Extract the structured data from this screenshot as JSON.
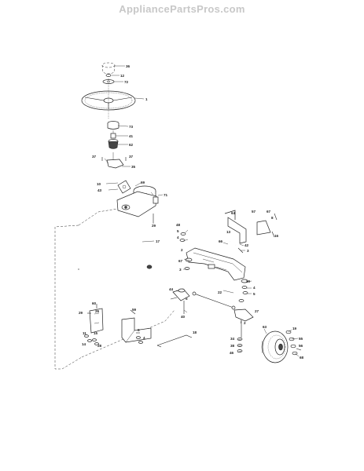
{
  "header": {
    "watermark": "AppliancePartsPros.com"
  },
  "colors": {
    "watermark": "#c8c8c8",
    "line": "#222222",
    "background": "#ffffff"
  },
  "callouts": {
    "c36": "36",
    "c12": "12",
    "c72": "72",
    "c1": "1",
    "c73": "73",
    "c41": "41",
    "c62": "62",
    "c37a": "37",
    "c37b": "37",
    "c35": "35",
    "c69": "69",
    "c10": "10",
    "c43": "43",
    "c71": "71",
    "c29": "29",
    "c17": "17",
    "c48": "48",
    "c5": "5",
    "c4": "4",
    "c2": "2",
    "c67": "67",
    "c3a": "3",
    "c64": "64",
    "c57": "57",
    "c67b": "67",
    "c8": "8",
    "c13": "13",
    "c66": "66",
    "c16": "16",
    "c42": "42",
    "c3b": "3",
    "c30": "30",
    "c44": "44",
    "c60": "60",
    "c29b": "29",
    "c26": "26",
    "c59": "59",
    "c11": "11",
    "c15": "15",
    "c14": "14",
    "c28": "28",
    "c18": "18",
    "c40": "40",
    "c22": "22",
    "c27": "27",
    "c2b": "2",
    "c63": "63",
    "c19": "19",
    "c55": "55",
    "c56": "56",
    "c68": "68",
    "c34": "34",
    "c38": "38",
    "c46": "46",
    "c9": "9",
    "c49": "49",
    "c1b": "1"
  }
}
